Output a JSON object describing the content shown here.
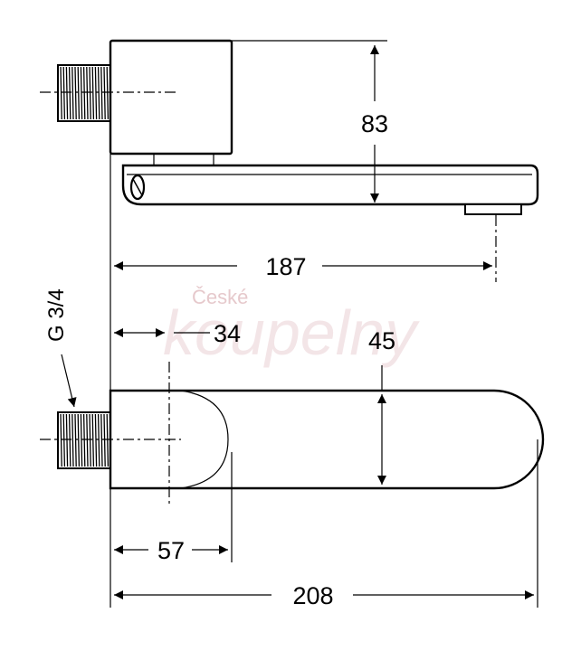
{
  "watermark": {
    "line1": "České",
    "line2": "koupelny"
  },
  "dimensions": {
    "height_top": "83",
    "length_top": "187",
    "offset_34": "34",
    "width_45": "45",
    "offset_57": "57",
    "total_length": "208"
  },
  "thread_label": "G 3/4"
}
